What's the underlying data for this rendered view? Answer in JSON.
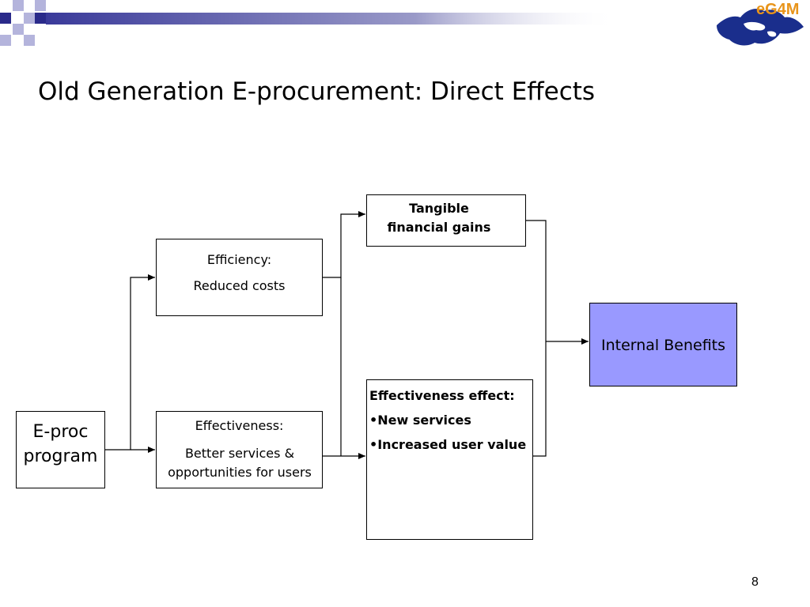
{
  "header": {
    "logo_text": "eG4M",
    "logo_accent": "#e8941a",
    "logo_map_color": "#1a2e8c",
    "decor_color": "#3a3a9a"
  },
  "slide": {
    "title": "Old Generation E-procurement: Direct Effects",
    "page_number": "8"
  },
  "diagram": {
    "eproc": {
      "line1": "E-proc",
      "line2": "program"
    },
    "efficiency": {
      "line1": "Efficiency:",
      "line2": "Reduced costs"
    },
    "effectiveness": {
      "line1": "Effectiveness:",
      "line2": "Better services & opportunities for users"
    },
    "tangible": {
      "line1": "Tangible",
      "line2": "financial gains"
    },
    "effect": {
      "heading": "Effectiveness effect:",
      "items": [
        "•New services",
        "•Increased user value"
      ]
    },
    "internal": {
      "label": "Internal Benefits",
      "fill": "#9999ff"
    }
  }
}
